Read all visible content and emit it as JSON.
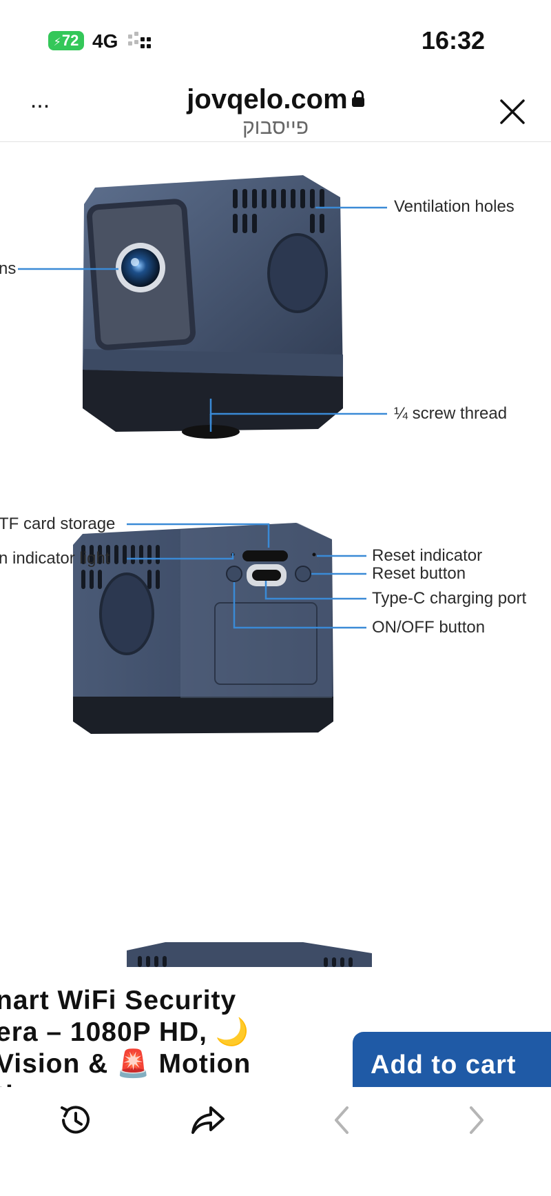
{
  "status_bar": {
    "battery": "72",
    "network": "4G",
    "time": "16:32"
  },
  "browser": {
    "domain": "jovqelo.com",
    "subtitle": "פייסבוק",
    "more_label": "..."
  },
  "callouts": {
    "lens": "ns",
    "ventilation": "Ventilation holes",
    "screw_thread": "¼ screw thread",
    "tf_card": "TF card storage",
    "indicator_light": "n indicator light",
    "reset_indicator": "Reset indicator",
    "reset_button": "Reset button",
    "type_c": "Type-C charging port",
    "on_off": "ON/OFF button"
  },
  "product": {
    "title_lines": [
      "nart WiFi Security",
      "era – 1080P HD, 🌙",
      " Vision & 🚨 Motion",
      "ti"
    ],
    "add_to_cart_label": "Add to cart"
  },
  "colors": {
    "accent": "#1f5aa6",
    "battery": "#34c759",
    "callout_line": "#3a8ad6"
  },
  "icons": [
    "lock-icon",
    "close-icon",
    "chevron-up-icon",
    "history-icon",
    "share-icon",
    "back-arrow-icon",
    "forward-arrow-icon"
  ]
}
